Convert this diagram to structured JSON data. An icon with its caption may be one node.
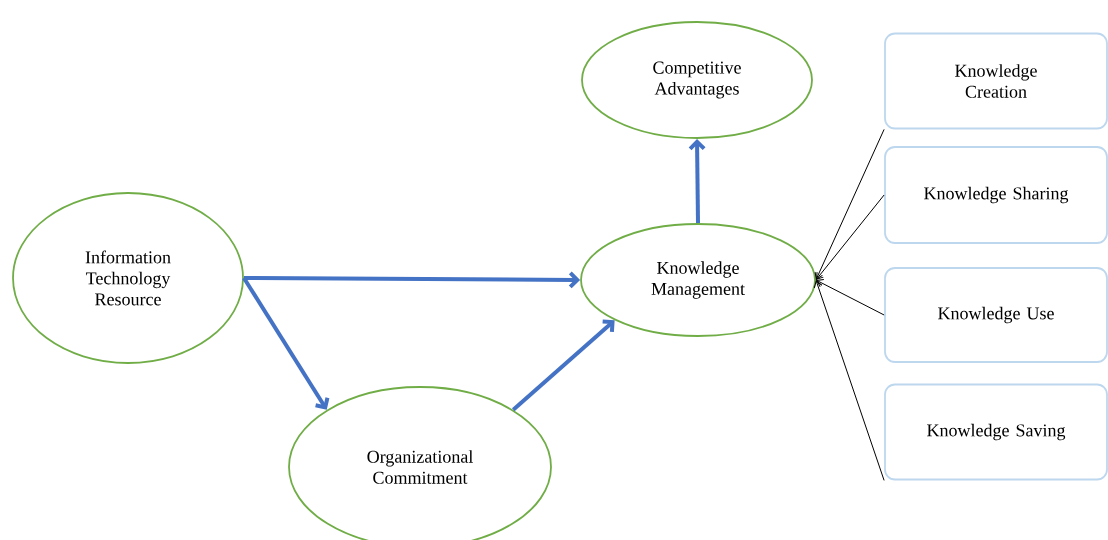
{
  "diagram": {
    "nodes": [
      {
        "text": [
          "Information Technology Resource"
        ]
      },
      {
        "text": [
          "Organizational Commitment"
        ]
      },
      {
        "text": [
          "Knowledge Management"
        ]
      },
      {
        "text": [
          "Competitive Advantages"
        ]
      },
      {
        "text": [
          "Knowledge Creation"
        ]
      },
      {
        "text": [
          "Knowledge Sharing"
        ]
      },
      {
        "text": [
          "Knowledge Use"
        ]
      },
      {
        "text": [
          "Knowledge Saving"
        ]
      }
    ],
    "edges": [
      {
        "from": 0,
        "to": 2,
        "arrow": "to",
        "style": "thick",
        "color": "#4472c4"
      },
      {
        "from": 0,
        "to": 1,
        "arrow": "to",
        "style": "thick",
        "color": "#4472c4"
      },
      {
        "from": 1,
        "to": 2,
        "arrow": "to",
        "style": "thick",
        "color": "#4472c4"
      },
      {
        "from": 2,
        "to": 3,
        "arrow": "to",
        "style": "thick",
        "color": "#4472c4"
      },
      {
        "from": 4,
        "to": 2,
        "arrow": "to",
        "color": "#000000"
      },
      {
        "from": 5,
        "to": 2,
        "arrow": "to",
        "color": "#000000"
      },
      {
        "from": 6,
        "to": 2,
        "arrow": "to",
        "color": "#000000"
      },
      {
        "from": 7,
        "to": 2,
        "arrow": "to",
        "color": "#000000"
      }
    ]
  }
}
